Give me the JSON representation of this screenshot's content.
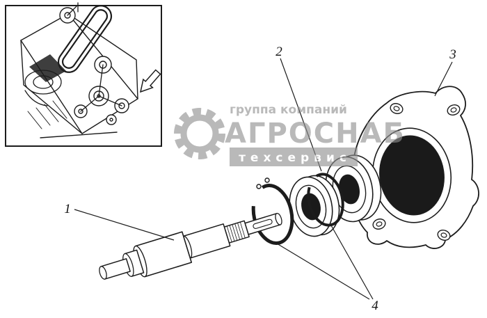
{
  "diagram": {
    "type": "exploded-parts-drawing",
    "callouts": [
      {
        "label": "1"
      },
      {
        "label": "2"
      },
      {
        "label": "3"
      },
      {
        "label": "4"
      }
    ]
  },
  "watermark": {
    "line1": "группа компаний",
    "line2": "АГРОСНАБ",
    "line3": "техсервис",
    "color": "#8f8f8f"
  },
  "colors": {
    "line": "#1c1c1c",
    "bore_fill": "#1a1a1a",
    "background": "#ffffff"
  }
}
